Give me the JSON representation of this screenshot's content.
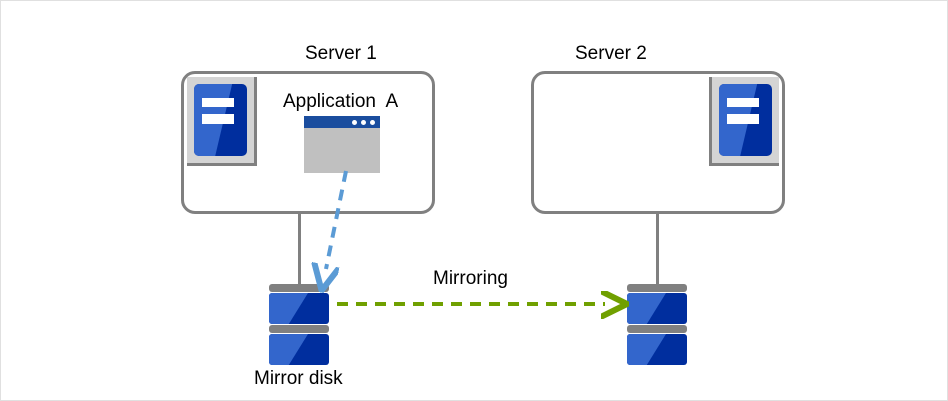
{
  "diagram": {
    "title_server1": "Server 1",
    "title_server2": "Server 2",
    "application_label": "Application  A",
    "mirroring_label": "Mirroring",
    "mirror_disk_label": "Mirror disk",
    "icons": {
      "server_unit": "server-icon",
      "app_window": "application-window-icon",
      "disk": "disk-stack-icon",
      "write_arrow": "dashed-write-arrow-icon",
      "mirroring_arrow": "dashed-mirroring-arrow-icon"
    },
    "colors": {
      "frame_border": "#e0e0e0",
      "box_border": "#808080",
      "server_tray": "#d4d4d4",
      "chassis_dark_blue": "#002e9e",
      "chassis_light_blue": "#3366cc",
      "titlebar_blue": "#1a4d9e",
      "window_body_gray": "#c0c0c0",
      "disk_bar_gray": "#808080",
      "write_arrow_blue": "#5b9bd5",
      "mirroring_arrow_green": "#70a000",
      "text": "#000000"
    }
  }
}
